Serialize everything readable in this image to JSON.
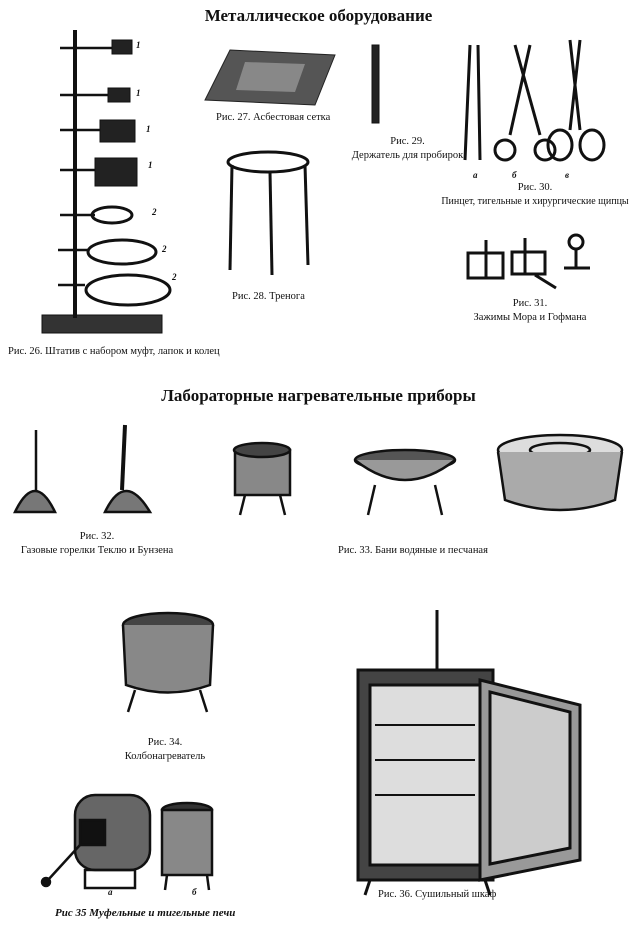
{
  "section1_title": "Металлическое оборудование",
  "section2_title": "Лабораторные нагревательные приборы",
  "figures": {
    "fig26": {
      "caption": "Рис. 26. Штатив с набором муфт, лапок и колец",
      "labels": [
        "1",
        "1",
        "1",
        "1",
        "2",
        "2",
        "2"
      ]
    },
    "fig27": {
      "caption": "Рис. 27. Асбестовая сетка"
    },
    "fig28": {
      "caption": "Рис. 28. Тренога"
    },
    "fig29": {
      "number": "Рис. 29.",
      "caption": "Держатель для пробирок"
    },
    "fig30": {
      "number": "Рис. 30.",
      "caption": "Пинцет, тигельные и хирургические щипцы",
      "labels": [
        "а",
        "б",
        "в"
      ]
    },
    "fig31": {
      "number": "Рис. 31.",
      "caption": "Зажимы Мора  и Гофмана"
    },
    "fig32": {
      "number": "Рис. 32.",
      "caption": "Газовые горелки Теклю и Бунзена"
    },
    "fig33": {
      "caption": "Рис. 33.  Бани водяные и песчаная"
    },
    "fig34": {
      "number": "Рис. 34.",
      "caption": "Колбонагреватель"
    },
    "fig35": {
      "caption": "Рис 35  Муфельные и тигельные печи",
      "labels": [
        "а",
        "б"
      ]
    },
    "fig36": {
      "caption": "Рис. 36. Сушильный шкаф"
    }
  }
}
